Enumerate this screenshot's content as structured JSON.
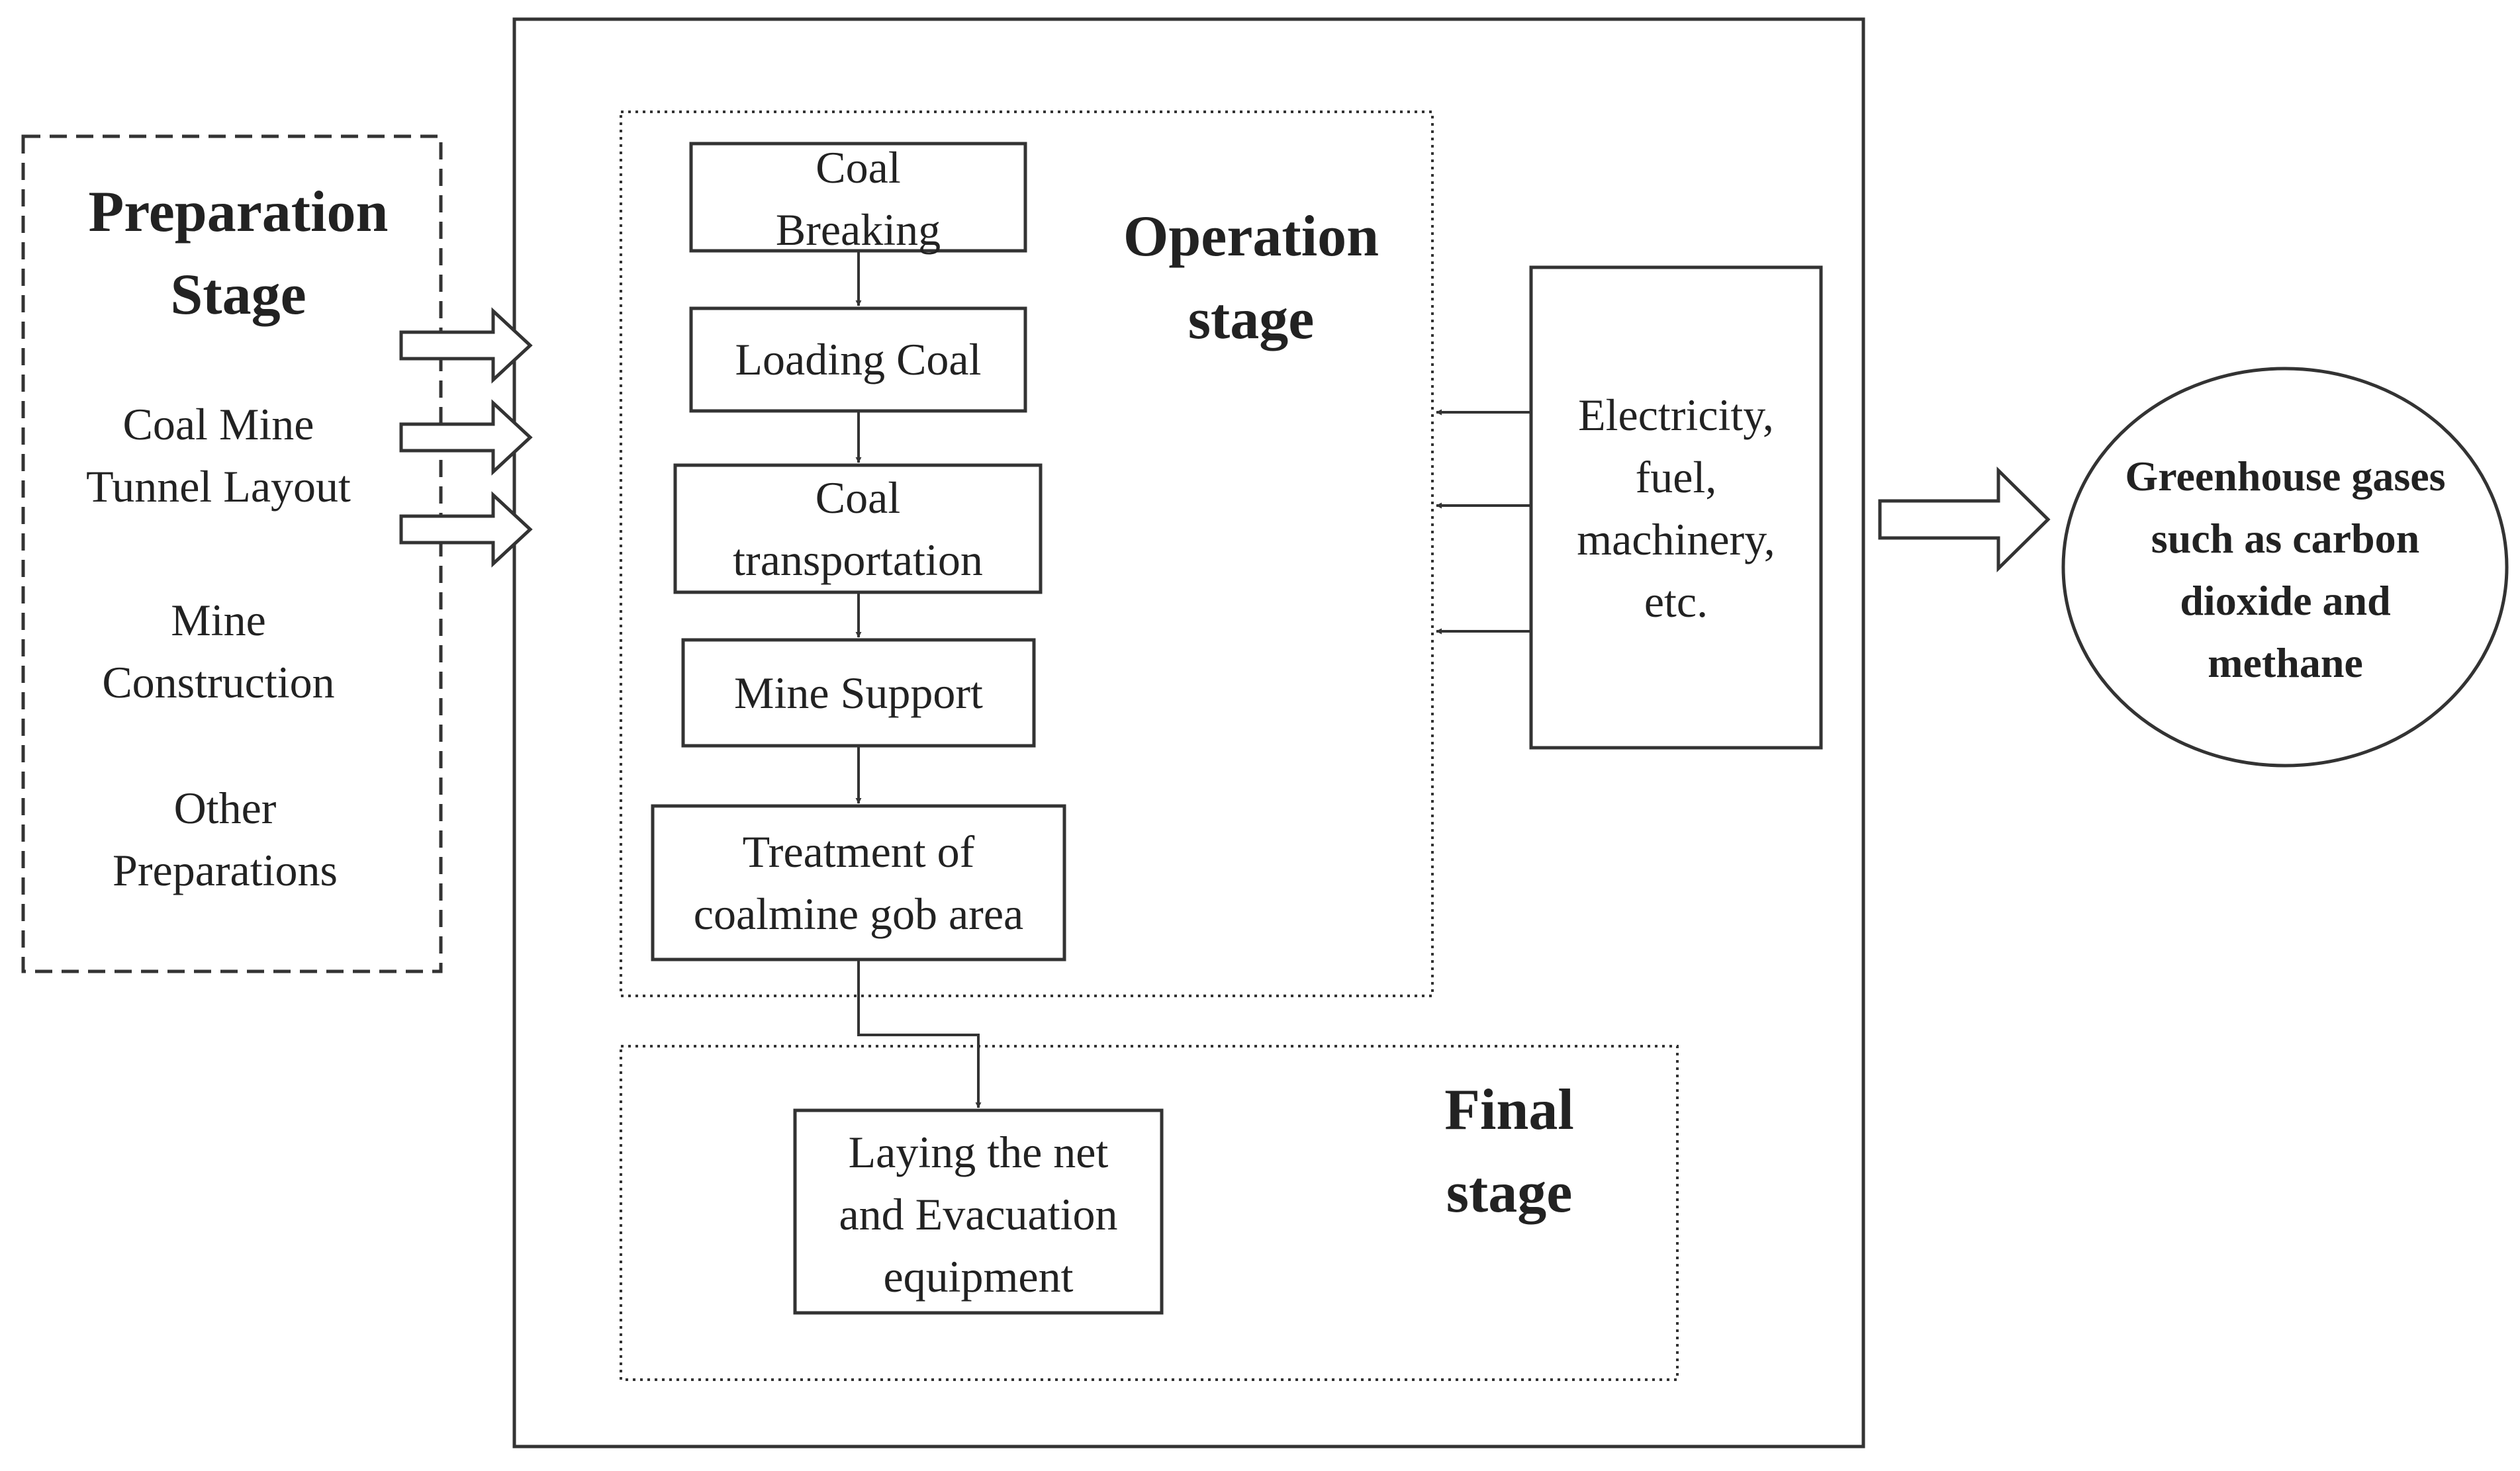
{
  "preparation": {
    "title": [
      "Preparation",
      "Stage"
    ],
    "items": [
      [
        "Coal Mine",
        "Tunnel Layout"
      ],
      [
        "Mine",
        "Construction"
      ],
      [
        "Other",
        "Preparations"
      ]
    ]
  },
  "operation": {
    "title": [
      "Operation",
      "stage"
    ],
    "steps": [
      [
        "Coal",
        "Breaking"
      ],
      [
        "Loading Coal"
      ],
      [
        "Coal",
        "transportation"
      ],
      [
        "Mine Support"
      ],
      [
        "Treatment of",
        "coalmine gob area"
      ]
    ]
  },
  "final": {
    "title": [
      "Final",
      "stage"
    ],
    "step": [
      "Laying the net",
      "and Evacuation",
      "equipment"
    ]
  },
  "inputs": [
    "Electricity,",
    "fuel,",
    "machinery,",
    "etc."
  ],
  "output": [
    "Greenhouse gases",
    "such as carbon",
    "dioxide and",
    "methane"
  ]
}
